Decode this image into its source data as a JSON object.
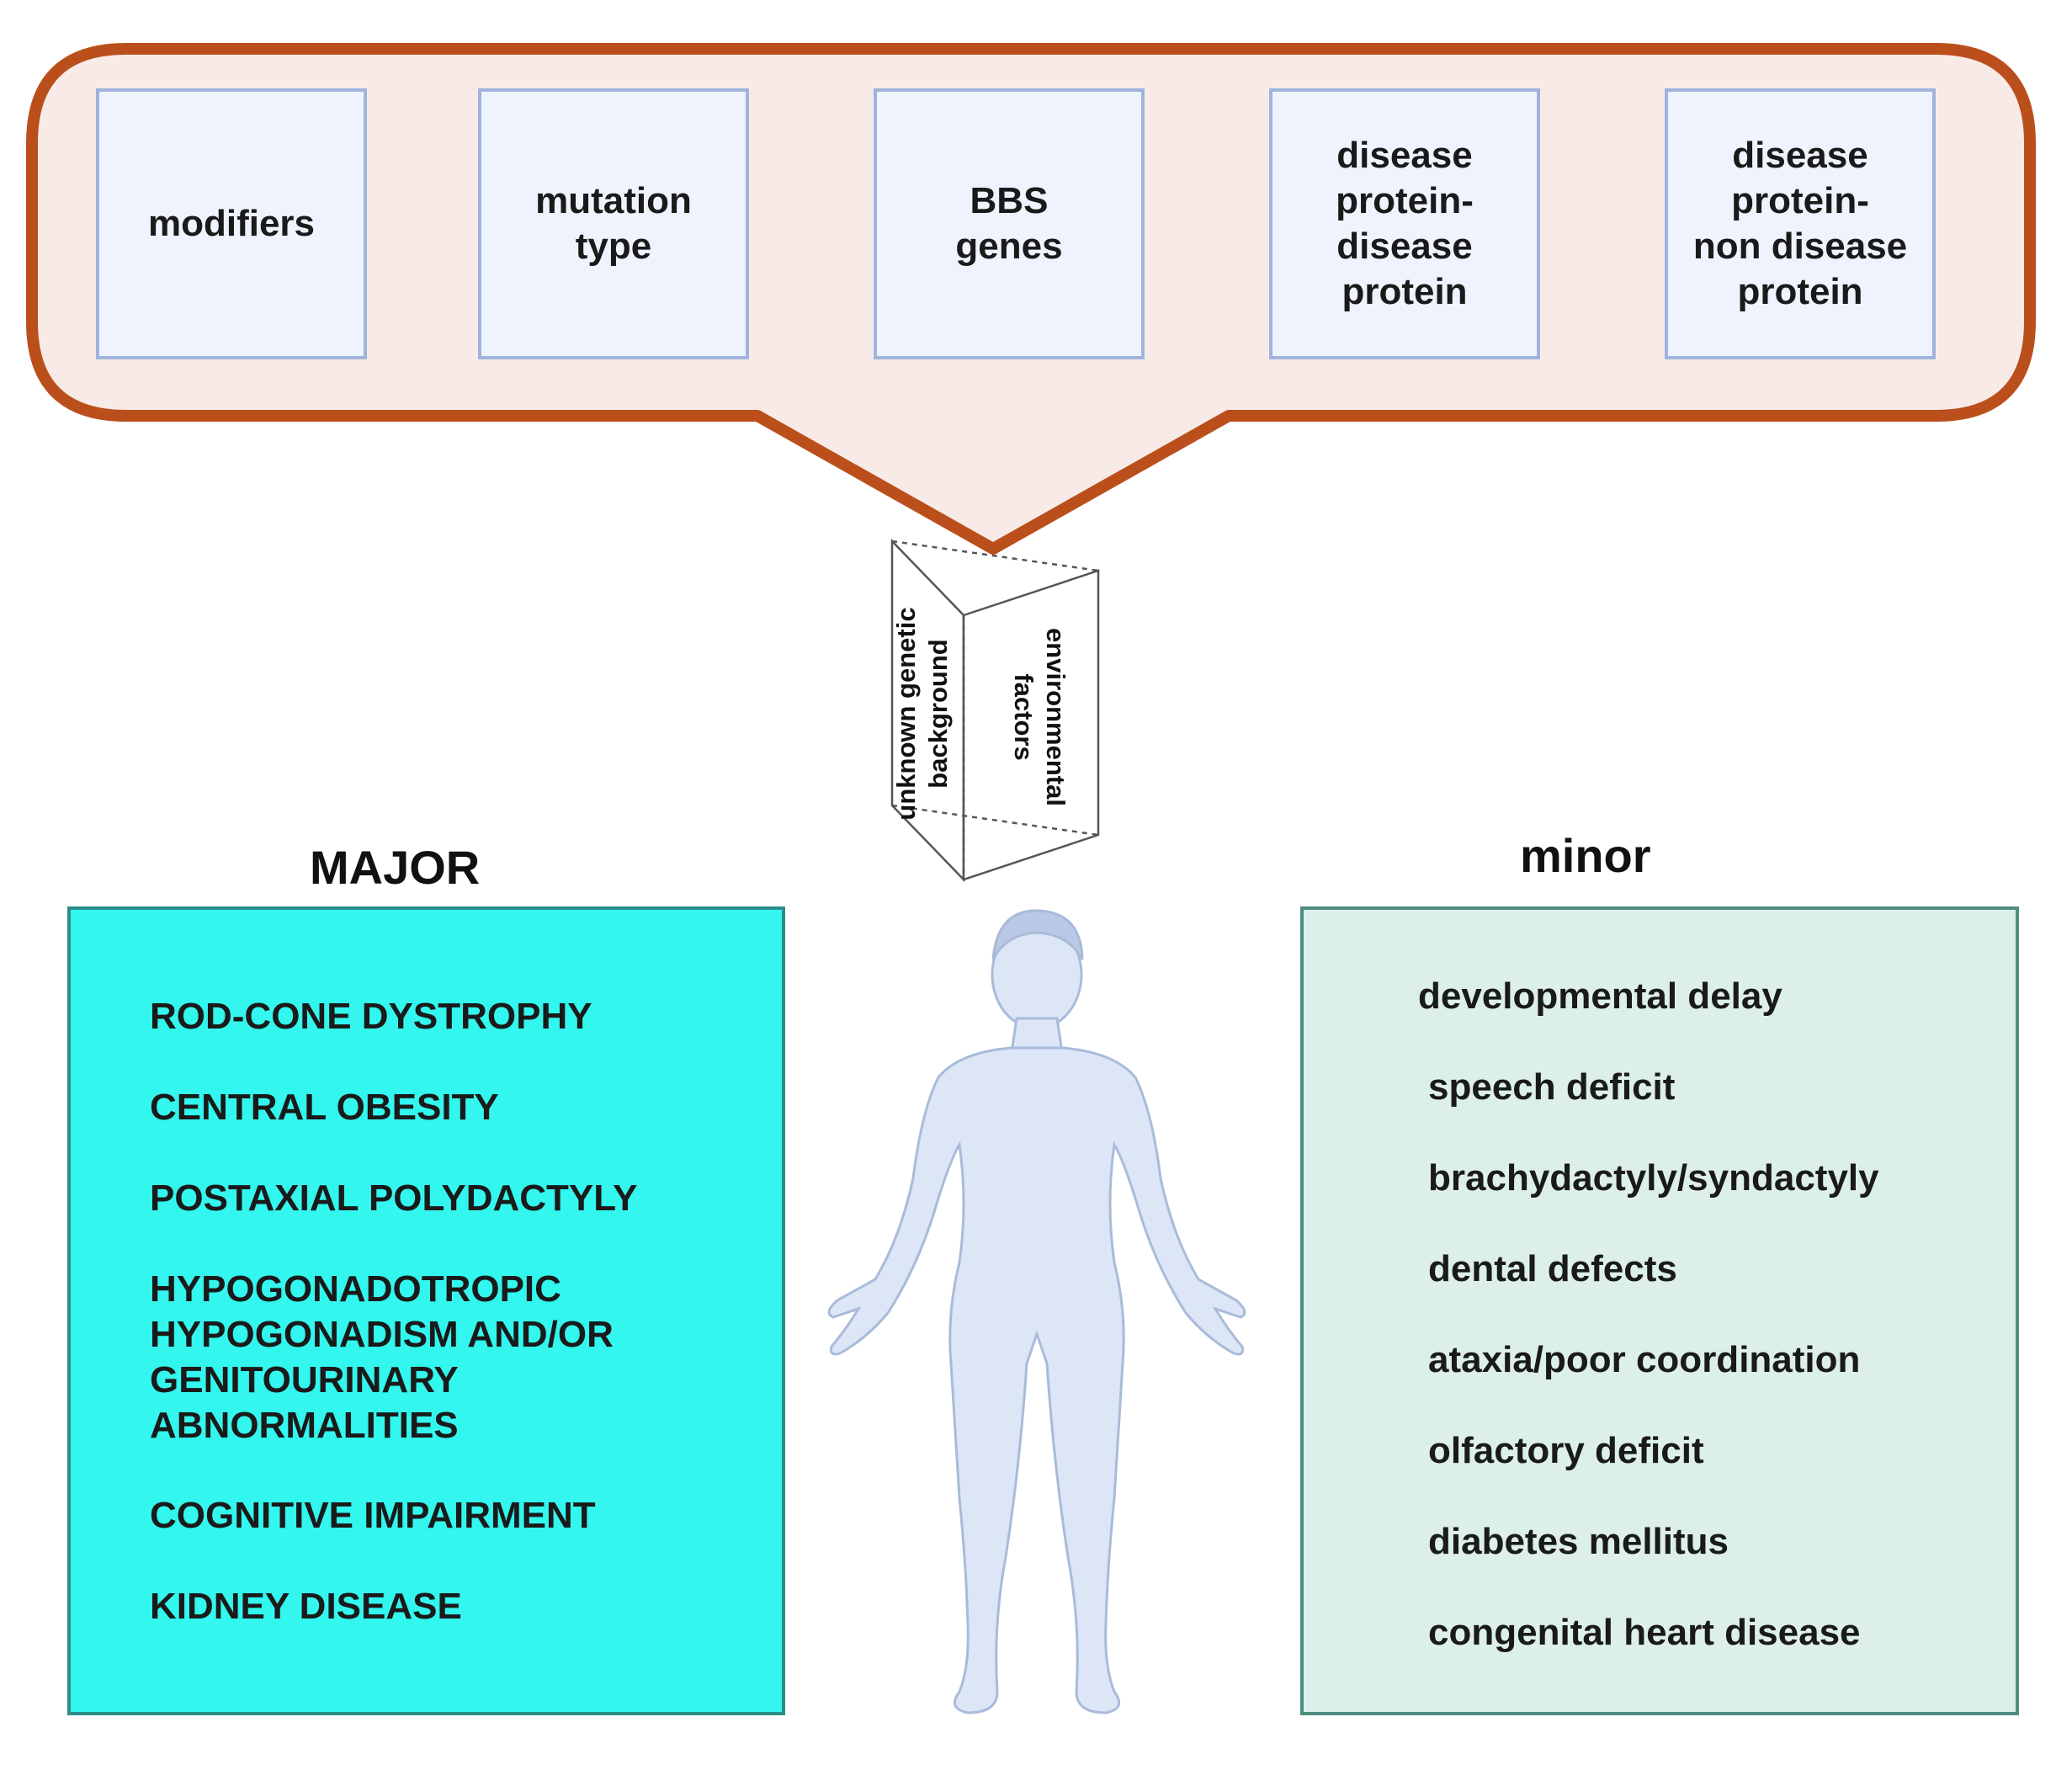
{
  "factors": [
    {
      "label": "modifiers"
    },
    {
      "label": "mutation\ntype"
    },
    {
      "label": "BBS\ngenes"
    },
    {
      "label": "disease\nprotein-\ndisease\nprotein"
    },
    {
      "label": "disease\nprotein-\nnon disease\nprotein"
    }
  ],
  "prism": {
    "left_face": "unknown genetic\nbackground",
    "right_face": "environmental\nfactors"
  },
  "major": {
    "heading": "MAJOR",
    "items": [
      "ROD-CONE DYSTROPHY",
      "CENTRAL OBESITY",
      "POSTAXIAL POLYDACTYLY",
      " HYPOGONADOTROPIC\nHYPOGONADISM AND/OR\n GENITOURINARY\nABNORMALITIES",
      " COGNITIVE IMPAIRMENT",
      " KIDNEY DISEASE"
    ]
  },
  "minor": {
    "heading": "minor",
    "items": [
      "developmental delay",
      "speech deficit",
      "brachydactyly/syndactyly",
      "dental defects",
      "ataxia/poor coordination",
      "olfactory deficit",
      "diabetes mellitus",
      "congenital heart disease"
    ]
  },
  "colors": {
    "callout_border": "#bb4f1c",
    "callout_fill": "#f8ebe7",
    "factor_fill": "#eef3fd",
    "factor_border": "#9fb3dc",
    "major_fill": "#33f6ee",
    "minor_fill": "#dcefeb",
    "body_fill": "#dce6f7"
  }
}
